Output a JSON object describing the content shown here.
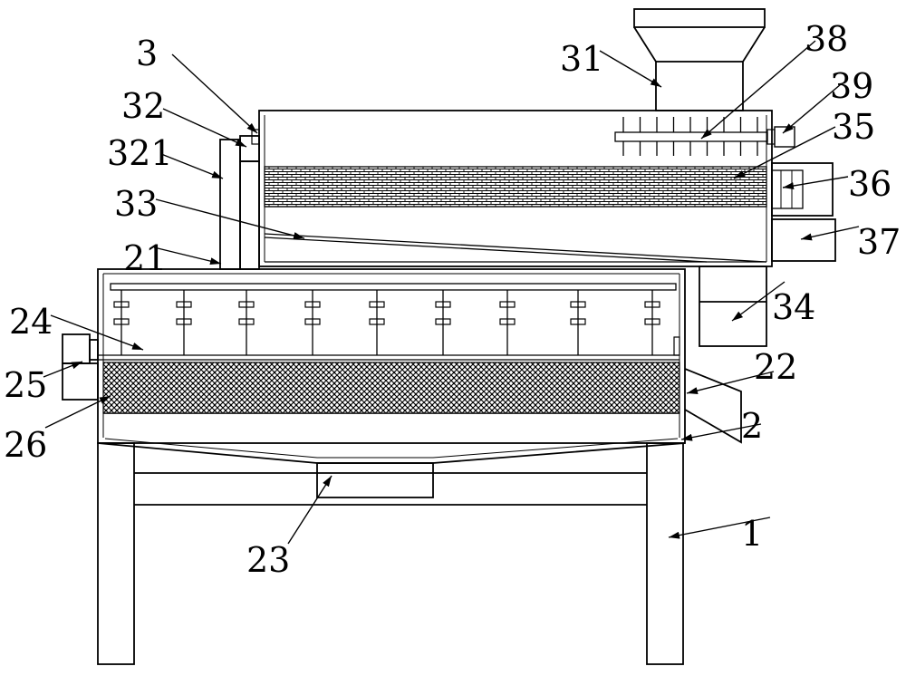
{
  "diagram": {
    "callouts": [
      {
        "id": "c1",
        "label": "1"
      },
      {
        "id": "c2",
        "label": "2"
      },
      {
        "id": "c21",
        "label": "21"
      },
      {
        "id": "c22",
        "label": "22"
      },
      {
        "id": "c23",
        "label": "23"
      },
      {
        "id": "c24",
        "label": "24"
      },
      {
        "id": "c25",
        "label": "25"
      },
      {
        "id": "c26",
        "label": "26"
      },
      {
        "id": "c3",
        "label": "3"
      },
      {
        "id": "c31",
        "label": "31"
      },
      {
        "id": "c32",
        "label": "32"
      },
      {
        "id": "c321",
        "label": "321"
      },
      {
        "id": "c33",
        "label": "33"
      },
      {
        "id": "c34",
        "label": "34"
      },
      {
        "id": "c35",
        "label": "35"
      },
      {
        "id": "c36",
        "label": "36"
      },
      {
        "id": "c37",
        "label": "37"
      },
      {
        "id": "c38",
        "label": "38"
      },
      {
        "id": "c39",
        "label": "39"
      }
    ]
  },
  "colors": {
    "stroke": "#000000",
    "background": "#ffffff"
  }
}
